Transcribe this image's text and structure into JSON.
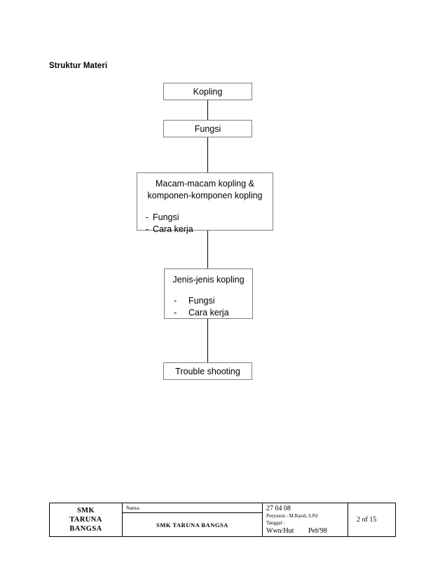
{
  "document": {
    "title": "Struktur Materi"
  },
  "flowchart": {
    "nodes": [
      {
        "id": "kopling",
        "label": "Kopling"
      },
      {
        "id": "fungsi",
        "label": "Fungsi"
      },
      {
        "id": "macam",
        "heading_line1": "Macam-macam kopling &",
        "heading_line2": "komponen-komponen  kopling",
        "bullets": [
          {
            "dash": "-",
            "text": "Fungsi"
          },
          {
            "dash": "-",
            "text": "Cara kerja"
          }
        ]
      },
      {
        "id": "jenis",
        "heading": "Jenis-jenis kopling",
        "bullets": [
          {
            "dash": "-",
            "text": "Fungsi"
          },
          {
            "dash": "-",
            "text": "Cara kerja"
          }
        ]
      },
      {
        "id": "trouble",
        "label": "Trouble shooting"
      }
    ]
  },
  "footer": {
    "school": {
      "line1": "SMK",
      "line2": "TARUNA",
      "line3": "BANGSA"
    },
    "name_cell": {
      "label": "Nama:",
      "value": "SMK TARUNA BANGSA"
    },
    "meta": {
      "date": "27 04 08",
      "author": "Penyusun : M.Rasid, S.Pd",
      "tanggal_label": "Tanggal :",
      "initials": "Wwn/Hut",
      "period": "Peb'98"
    },
    "page": "2 of 15"
  }
}
